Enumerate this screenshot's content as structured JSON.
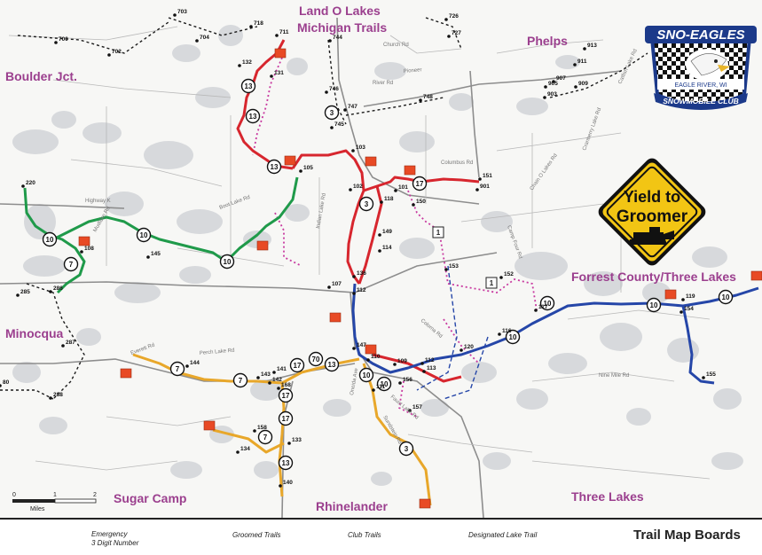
{
  "places": {
    "land_o_lakes": "Land O Lakes",
    "michigan_trails": "Michigan Trails",
    "phelps": "Phelps",
    "boulder_jct": "Boulder Jct.",
    "minocqua": "Minocqua",
    "forrest_county": "Forrest County/Three Lakes",
    "sugar_camp": "Sugar Camp",
    "rhinelander": "Rhinelander",
    "three_lakes": "Three Lakes"
  },
  "badge": {
    "title": "SNO-EAGLES",
    "city": "EAGLE RIVER, WI",
    "subtitle": "SNOWMOBILE CLUB"
  },
  "yield_sign": {
    "line1": "Yield to",
    "line2": "Groomer"
  },
  "scale": {
    "zero": "0",
    "one": "1",
    "two": "2",
    "unit": "Miles"
  },
  "legend": {
    "emergency_line1": "Emergency",
    "emergency_line2": "3 Digit Number",
    "groomed": "Groomed Trails",
    "club": "Club Trails",
    "lake": "Designated Lake Trail",
    "boards": "Trail Map Boards"
  },
  "trail_colors": {
    "red": "#d7262e",
    "green": "#1f9a4a",
    "blue": "#2546a8",
    "gold": "#e8a72a",
    "club": "#c83aa0",
    "place_label": "#9b3f8e"
  },
  "trail_numbers": [
    {
      "label": "13"
    },
    {
      "label": "13"
    },
    {
      "label": "13"
    },
    {
      "label": "3"
    },
    {
      "label": "3"
    },
    {
      "label": "17"
    },
    {
      "label": "10"
    },
    {
      "label": "10"
    },
    {
      "label": "10"
    },
    {
      "label": "7"
    },
    {
      "label": "7"
    },
    {
      "label": "7"
    },
    {
      "label": "13"
    },
    {
      "label": "70"
    },
    {
      "label": "17"
    },
    {
      "label": "10"
    },
    {
      "label": "10"
    },
    {
      "label": "10"
    },
    {
      "label": "10"
    },
    {
      "label": "10"
    },
    {
      "label": "7"
    },
    {
      "label": "17"
    },
    {
      "label": "17"
    },
    {
      "label": "13"
    },
    {
      "label": "3"
    },
    {
      "label": "10"
    }
  ],
  "junctions": [
    {
      "label": "703"
    },
    {
      "label": "718"
    },
    {
      "label": "704"
    },
    {
      "label": "700"
    },
    {
      "label": "702"
    },
    {
      "label": "711"
    },
    {
      "label": "744"
    },
    {
      "label": "726"
    },
    {
      "label": "727"
    },
    {
      "label": "913"
    },
    {
      "label": "911"
    },
    {
      "label": "907"
    },
    {
      "label": "905"
    },
    {
      "label": "909"
    },
    {
      "label": "903"
    },
    {
      "label": "132"
    },
    {
      "label": "131"
    },
    {
      "label": "746"
    },
    {
      "label": "747"
    },
    {
      "label": "745"
    },
    {
      "label": "748"
    },
    {
      "label": "103"
    },
    {
      "label": "105"
    },
    {
      "label": "102"
    },
    {
      "label": "101"
    },
    {
      "label": "118"
    },
    {
      "label": "151"
    },
    {
      "label": "901"
    },
    {
      "label": "150"
    },
    {
      "label": "220"
    },
    {
      "label": "108"
    },
    {
      "label": "145"
    },
    {
      "label": "149"
    },
    {
      "label": "114"
    },
    {
      "label": "153"
    },
    {
      "label": "152"
    },
    {
      "label": "136"
    },
    {
      "label": "107"
    },
    {
      "label": "112"
    },
    {
      "label": "117"
    },
    {
      "label": "119"
    },
    {
      "label": "154"
    },
    {
      "label": "285"
    },
    {
      "label": "286"
    },
    {
      "label": "287"
    },
    {
      "label": "144"
    },
    {
      "label": "143"
    },
    {
      "label": "142"
    },
    {
      "label": "141"
    },
    {
      "label": "147"
    },
    {
      "label": "110"
    },
    {
      "label": "109"
    },
    {
      "label": "112"
    },
    {
      "label": "113"
    },
    {
      "label": "120"
    },
    {
      "label": "116"
    },
    {
      "label": "156"
    },
    {
      "label": "111"
    },
    {
      "label": "157"
    },
    {
      "label": "168"
    },
    {
      "label": "158"
    },
    {
      "label": "134"
    },
    {
      "label": "133"
    },
    {
      "label": "140"
    },
    {
      "label": "155"
    },
    {
      "label": "288"
    },
    {
      "label": "80"
    }
  ],
  "roads": [
    "Church Rd",
    "Pioneer",
    "River Rd",
    "Boot Lake Rd",
    "Everett Rd",
    "Perch Lake Rd",
    "Nine Mile Rd",
    "Faust Lake Rd",
    "Sundstein Rd",
    "Oneida Ave",
    "Indian Lake Rd",
    "Camp Four Rd",
    "Coloma Rd",
    "Cranberry Lake Rd",
    "Highway K",
    "Mudlake Rd",
    "Chain O Lakes Rd",
    "Catfish Lake Rd",
    "Columbus Rd"
  ]
}
